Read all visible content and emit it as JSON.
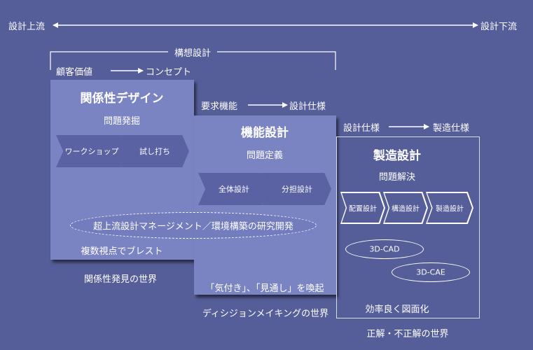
{
  "axis": {
    "left": "設計上流",
    "right": "設計下流"
  },
  "concept_bracket": {
    "label": "構想設計"
  },
  "stage1": {
    "header_from": "顧客価値",
    "header_to": "コンセプト",
    "title": "関係性デザイン",
    "subtitle": "問題発掘",
    "steps": [
      "ワークショップ",
      "試し打ち"
    ],
    "footer": "複数視点でブレスト",
    "world": "関係性発見の世界"
  },
  "stage2": {
    "header_from": "要求機能",
    "header_to": "設計仕様",
    "title": "機能設計",
    "subtitle": "問題定義",
    "steps": [
      "全体設計",
      "分担設計"
    ],
    "footer": "「気付き」、「見通し」を喚起",
    "world": "ディシジョンメイキングの世界"
  },
  "stage3": {
    "header_from": "設計仕様",
    "header_to": "製造仕様",
    "title": "製造設計",
    "subtitle": "問題解決",
    "steps": [
      "配置設計",
      "構造設計",
      "製造設計"
    ],
    "tools": [
      "3D-CAD",
      "3D-CAE"
    ],
    "footer": "効率良く図面化",
    "world": "正解・不正解の世界"
  },
  "research_ellipse": "超上流設計マネージメント／環境構築の研究開発"
}
